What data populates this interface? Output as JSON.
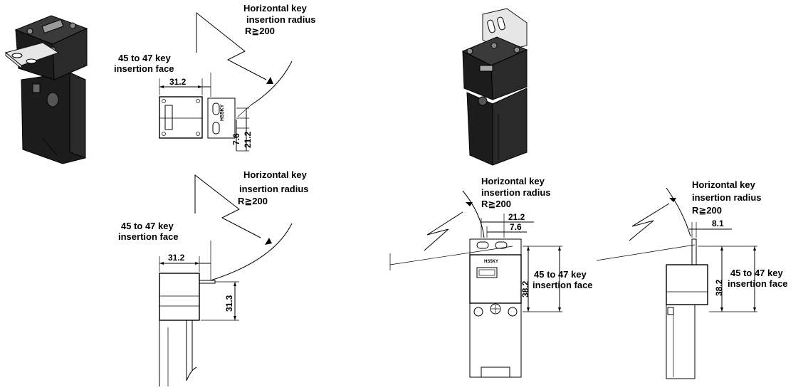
{
  "labels": {
    "radius_line1": "Horizontal key",
    "radius_line2": "insertion radius",
    "radius_line3": "R≧200",
    "face_line1": "45 to 47 key",
    "face_line2": "insertion face",
    "key_marking": "HS5KY"
  },
  "dimensions": {
    "top_view_width": "31.2",
    "top_view_offset": "7.6",
    "top_view_span": "21.2",
    "side_view_width": "31.2",
    "side_view_height": "31.3",
    "front_view_span": "21.2",
    "front_view_offset": "7.6",
    "front_view_height": "38.2",
    "right_view_thickness": "8.1",
    "right_view_height": "38.2"
  }
}
